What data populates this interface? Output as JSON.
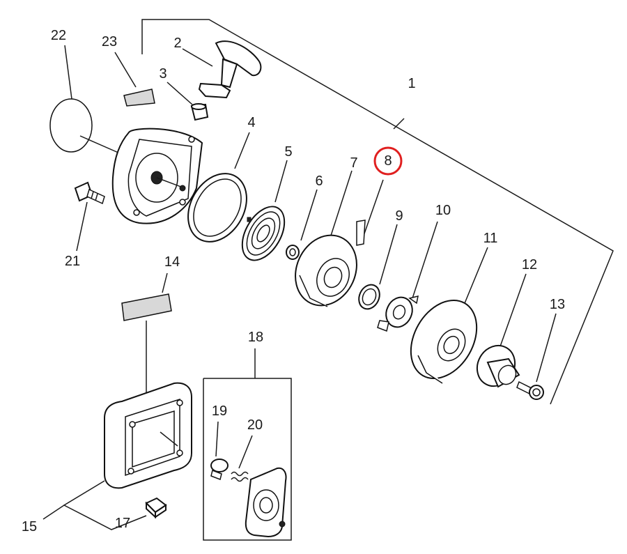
{
  "diagram": {
    "part_labels": [
      "1",
      "2",
      "3",
      "4",
      "5",
      "6",
      "7",
      "8",
      "9",
      "10",
      "11",
      "12",
      "13",
      "14",
      "15",
      "17",
      "18",
      "19",
      "20",
      "21",
      "22",
      "23"
    ],
    "highlighted_part": "8",
    "highlight_color": "#e02020",
    "line_color": "#1a1a1a"
  }
}
